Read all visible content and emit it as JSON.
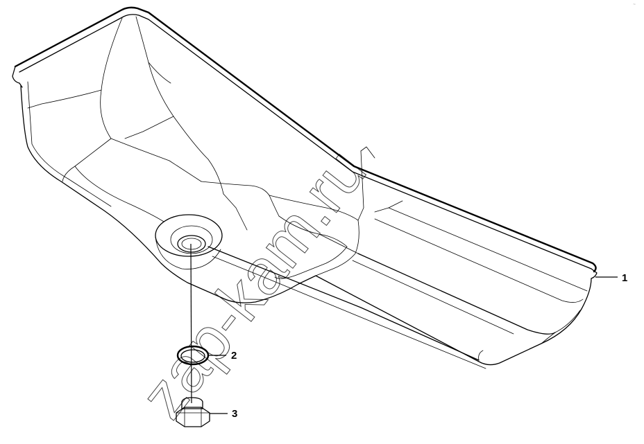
{
  "diagram": {
    "callouts": [
      {
        "id": "1",
        "label": "1"
      },
      {
        "id": "2",
        "label": "2"
      },
      {
        "id": "3",
        "label": "3"
      }
    ],
    "watermark": "zap-kam.ru",
    "corner_mark": "~"
  }
}
